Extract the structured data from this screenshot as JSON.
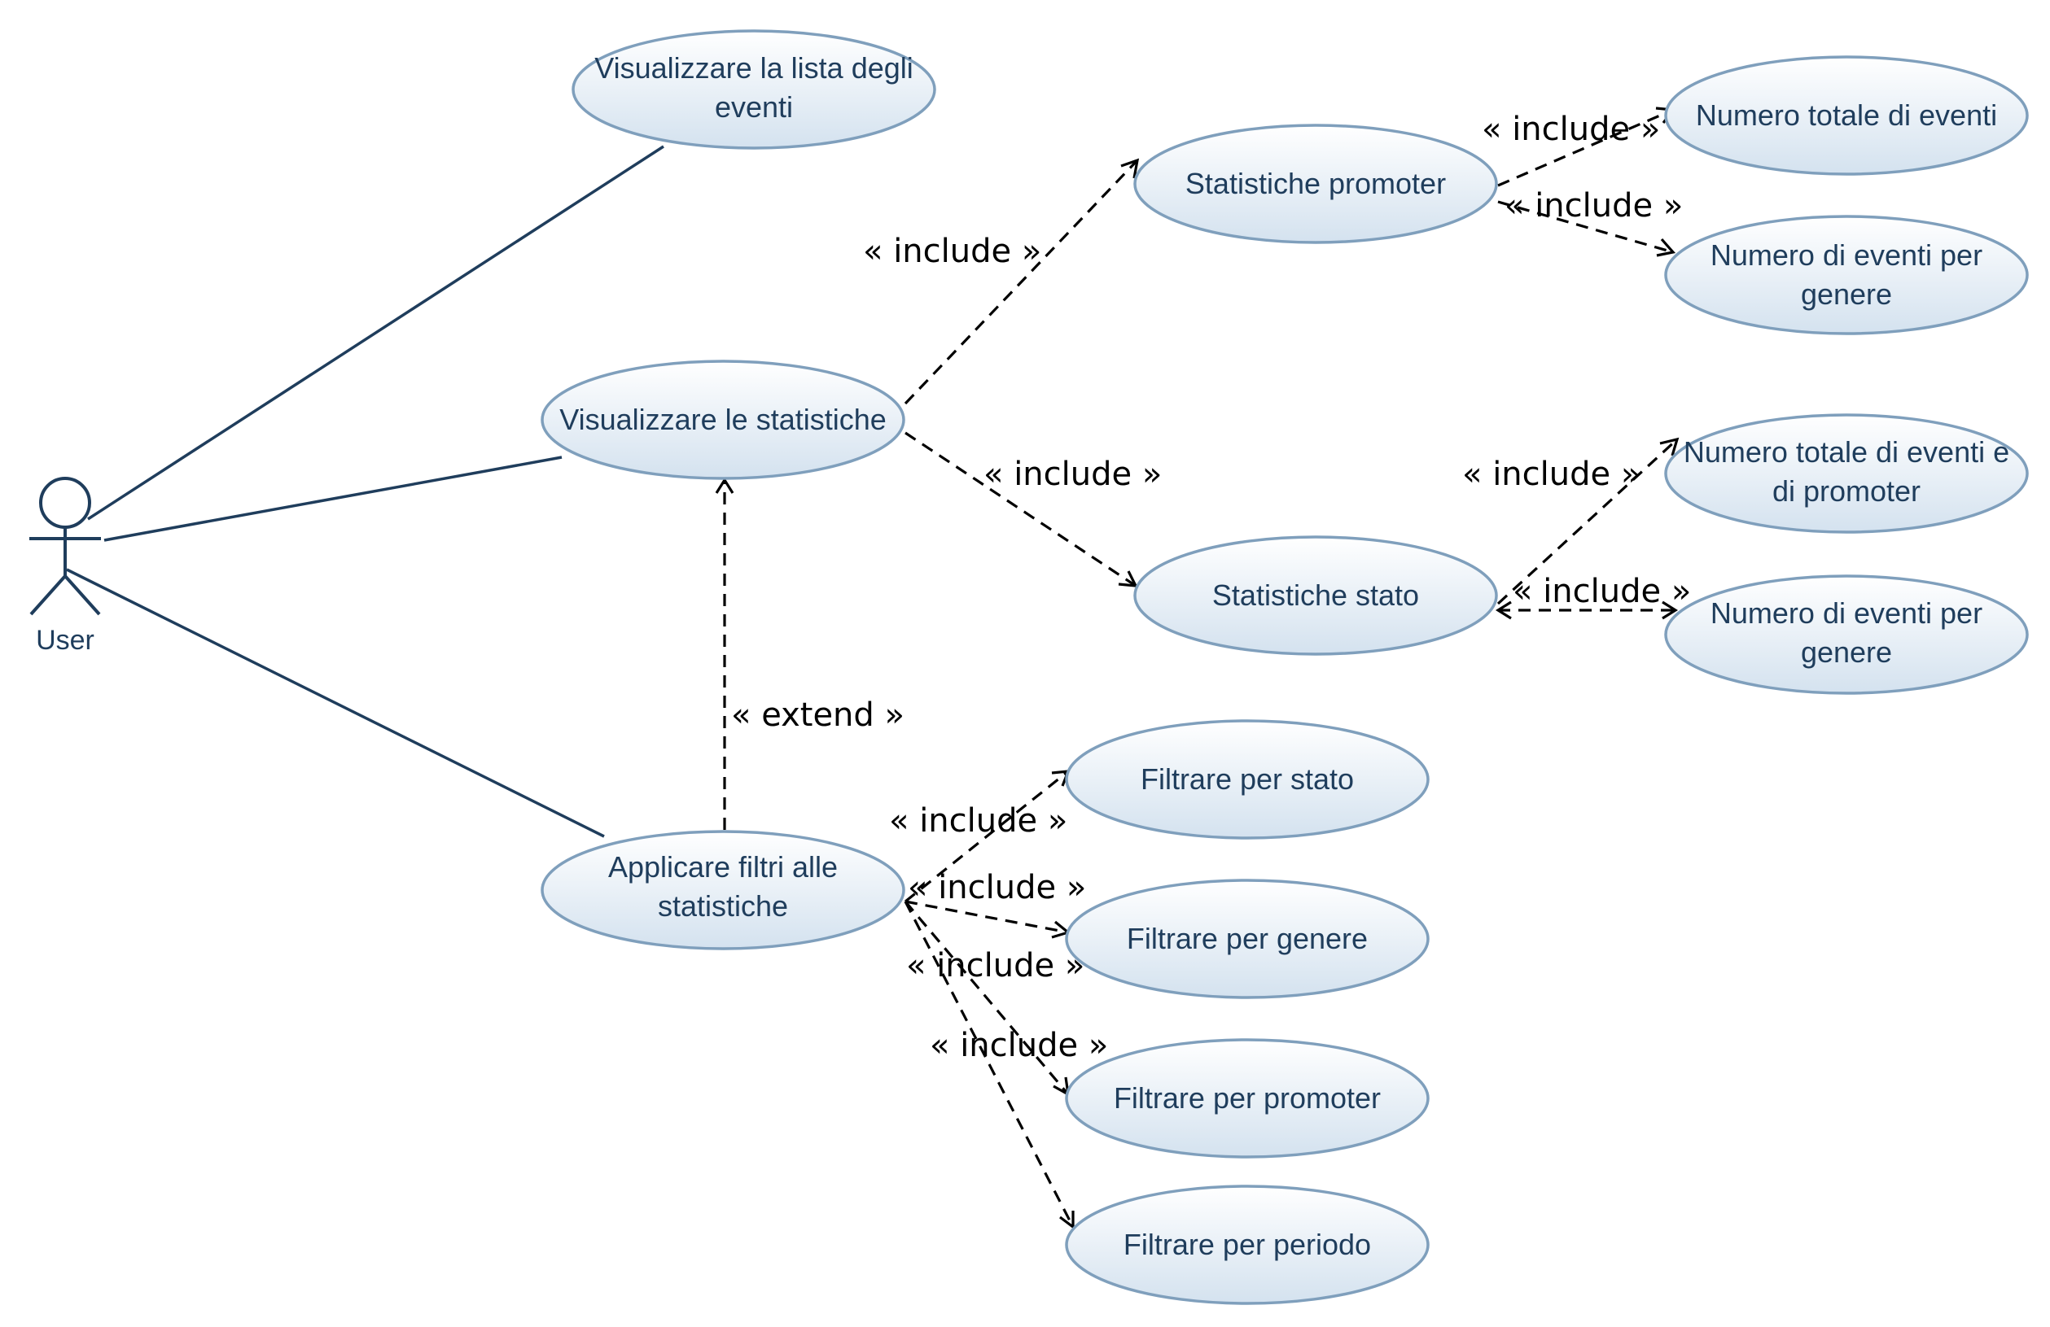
{
  "actor": {
    "name": "User",
    "icon": "stick-figure-actor-icon"
  },
  "use_cases": {
    "lista_eventi": [
      "Visualizzare la lista degli",
      "eventi"
    ],
    "statistiche": [
      "Visualizzare le statistiche"
    ],
    "filtri": [
      "Applicare filtri alle",
      "statistiche"
    ],
    "stat_promoter": [
      "Statistiche promoter"
    ],
    "stat_stato": [
      "Statistiche stato"
    ],
    "num_totale_eventi": [
      "Numero totale di eventi"
    ],
    "num_eventi_genere_1": [
      "Numero di eventi per",
      "genere"
    ],
    "num_totale_eventi_promoter": [
      "Numero totale di eventi e",
      "di promoter"
    ],
    "num_eventi_genere_2": [
      "Numero di eventi per",
      "genere"
    ],
    "filtra_stato": [
      "Filtrare per stato"
    ],
    "filtra_genere": [
      "Filtrare per genere"
    ],
    "filtra_promoter": [
      "Filtrare per promoter"
    ],
    "filtra_periodo": [
      "Filtrare per periodo"
    ]
  },
  "relations": {
    "include": "« include »",
    "extend": "« extend »"
  },
  "colors": {
    "usecase_fill_top": "#ffffff",
    "usecase_fill_bottom": "#d9e6f2",
    "usecase_border": "#7f9fbc",
    "text": "#1f3d5c",
    "line": "#1f3d5c",
    "dependency": "#000000"
  }
}
